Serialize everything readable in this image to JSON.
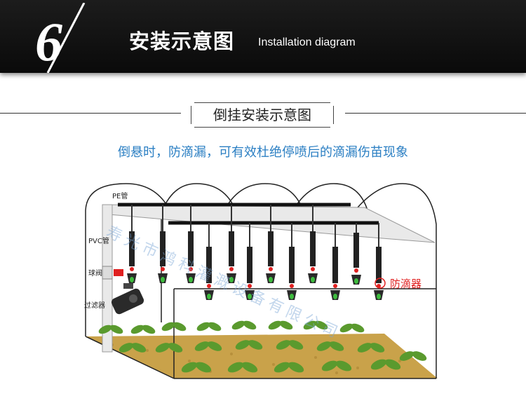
{
  "header": {
    "number": "6",
    "title": "安装示意图",
    "subtitle": "Installation diagram"
  },
  "section": {
    "title": "倒挂安装示意图"
  },
  "caption": "倒悬时，防滴漏，可有效杜绝停喷后的滴漏伤苗现象",
  "diagram": {
    "labels": {
      "pe_pipe": "PE管",
      "pvc_pipe": "PVC管",
      "ball_valve": "球阀",
      "filter": "过滤器",
      "anti_drip": "防滴器"
    },
    "watermark": "寿光市鸿科灌溉设备有限公司"
  },
  "colors": {
    "banner_bg": "#111111",
    "caption_blue": "#2b7fc3",
    "soil": "#c9a24a",
    "leaf_green": "#5a9a2e",
    "sprinkler_green": "#3dbb3d",
    "valve_red": "#e02020",
    "anti_drip_red": "#e02020"
  }
}
